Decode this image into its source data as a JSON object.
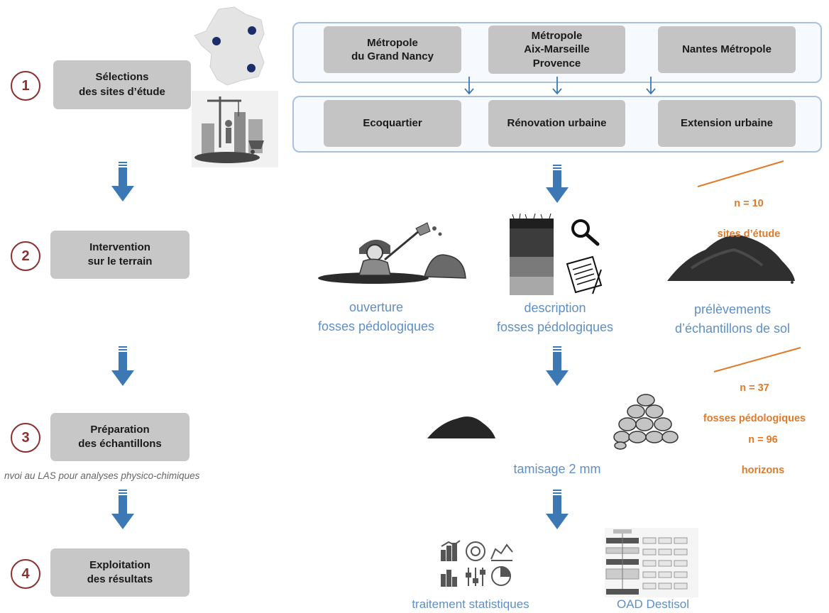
{
  "steps": [
    {
      "number": "1",
      "label": "Sélections\ndes sites d’étude"
    },
    {
      "number": "2",
      "label": "Intervention\nsur le terrain"
    },
    {
      "number": "3",
      "label": "Préparation\ndes échantillons"
    },
    {
      "number": "4",
      "label": "Exploitation\ndes résultats"
    }
  ],
  "step3_note": "nvoi au LAS pour analyses physico-chimiques",
  "metropoles": [
    "Métropole\ndu Grand Nancy",
    "Métropole\nAix-Marseille\nProvence",
    "Nantes Métropole"
  ],
  "site_types": [
    "Ecoquartier",
    "Rénovation urbaine",
    "Extension urbaine"
  ],
  "field_actions": [
    "ouverture\nfosses pédologiques",
    "description\nfosses pédologiques",
    "prélèvements\nd’échantillons de sol"
  ],
  "sieving": "tamisage 2 mm",
  "outputs": [
    "traitement statistiques",
    "OAD Destisol"
  ],
  "counts": [
    {
      "value": "n = 10",
      "label": "sites d’étude"
    },
    {
      "value": "n = 37",
      "label": "fosses pédologiques"
    },
    {
      "value": "n = 96",
      "label": "horizons"
    }
  ],
  "icons": {
    "map": "france-map-icon",
    "construction": "construction-site-icon",
    "digger": "digging-worker-icon",
    "soil_profile": "soil-profile-icon",
    "magnifier": "magnifier-icon",
    "notes": "notepad-icon",
    "soil_pile": "soil-pile-icon",
    "gravel": "gravel-pile-icon",
    "stats": "statistics-icons",
    "flowchart": "flowchart-icon"
  },
  "colors": {
    "step_circle": "#8b2f2f",
    "arrow": "#3b78b4",
    "label_blue": "#5f8fc4",
    "count_orange": "#e07a2a"
  }
}
